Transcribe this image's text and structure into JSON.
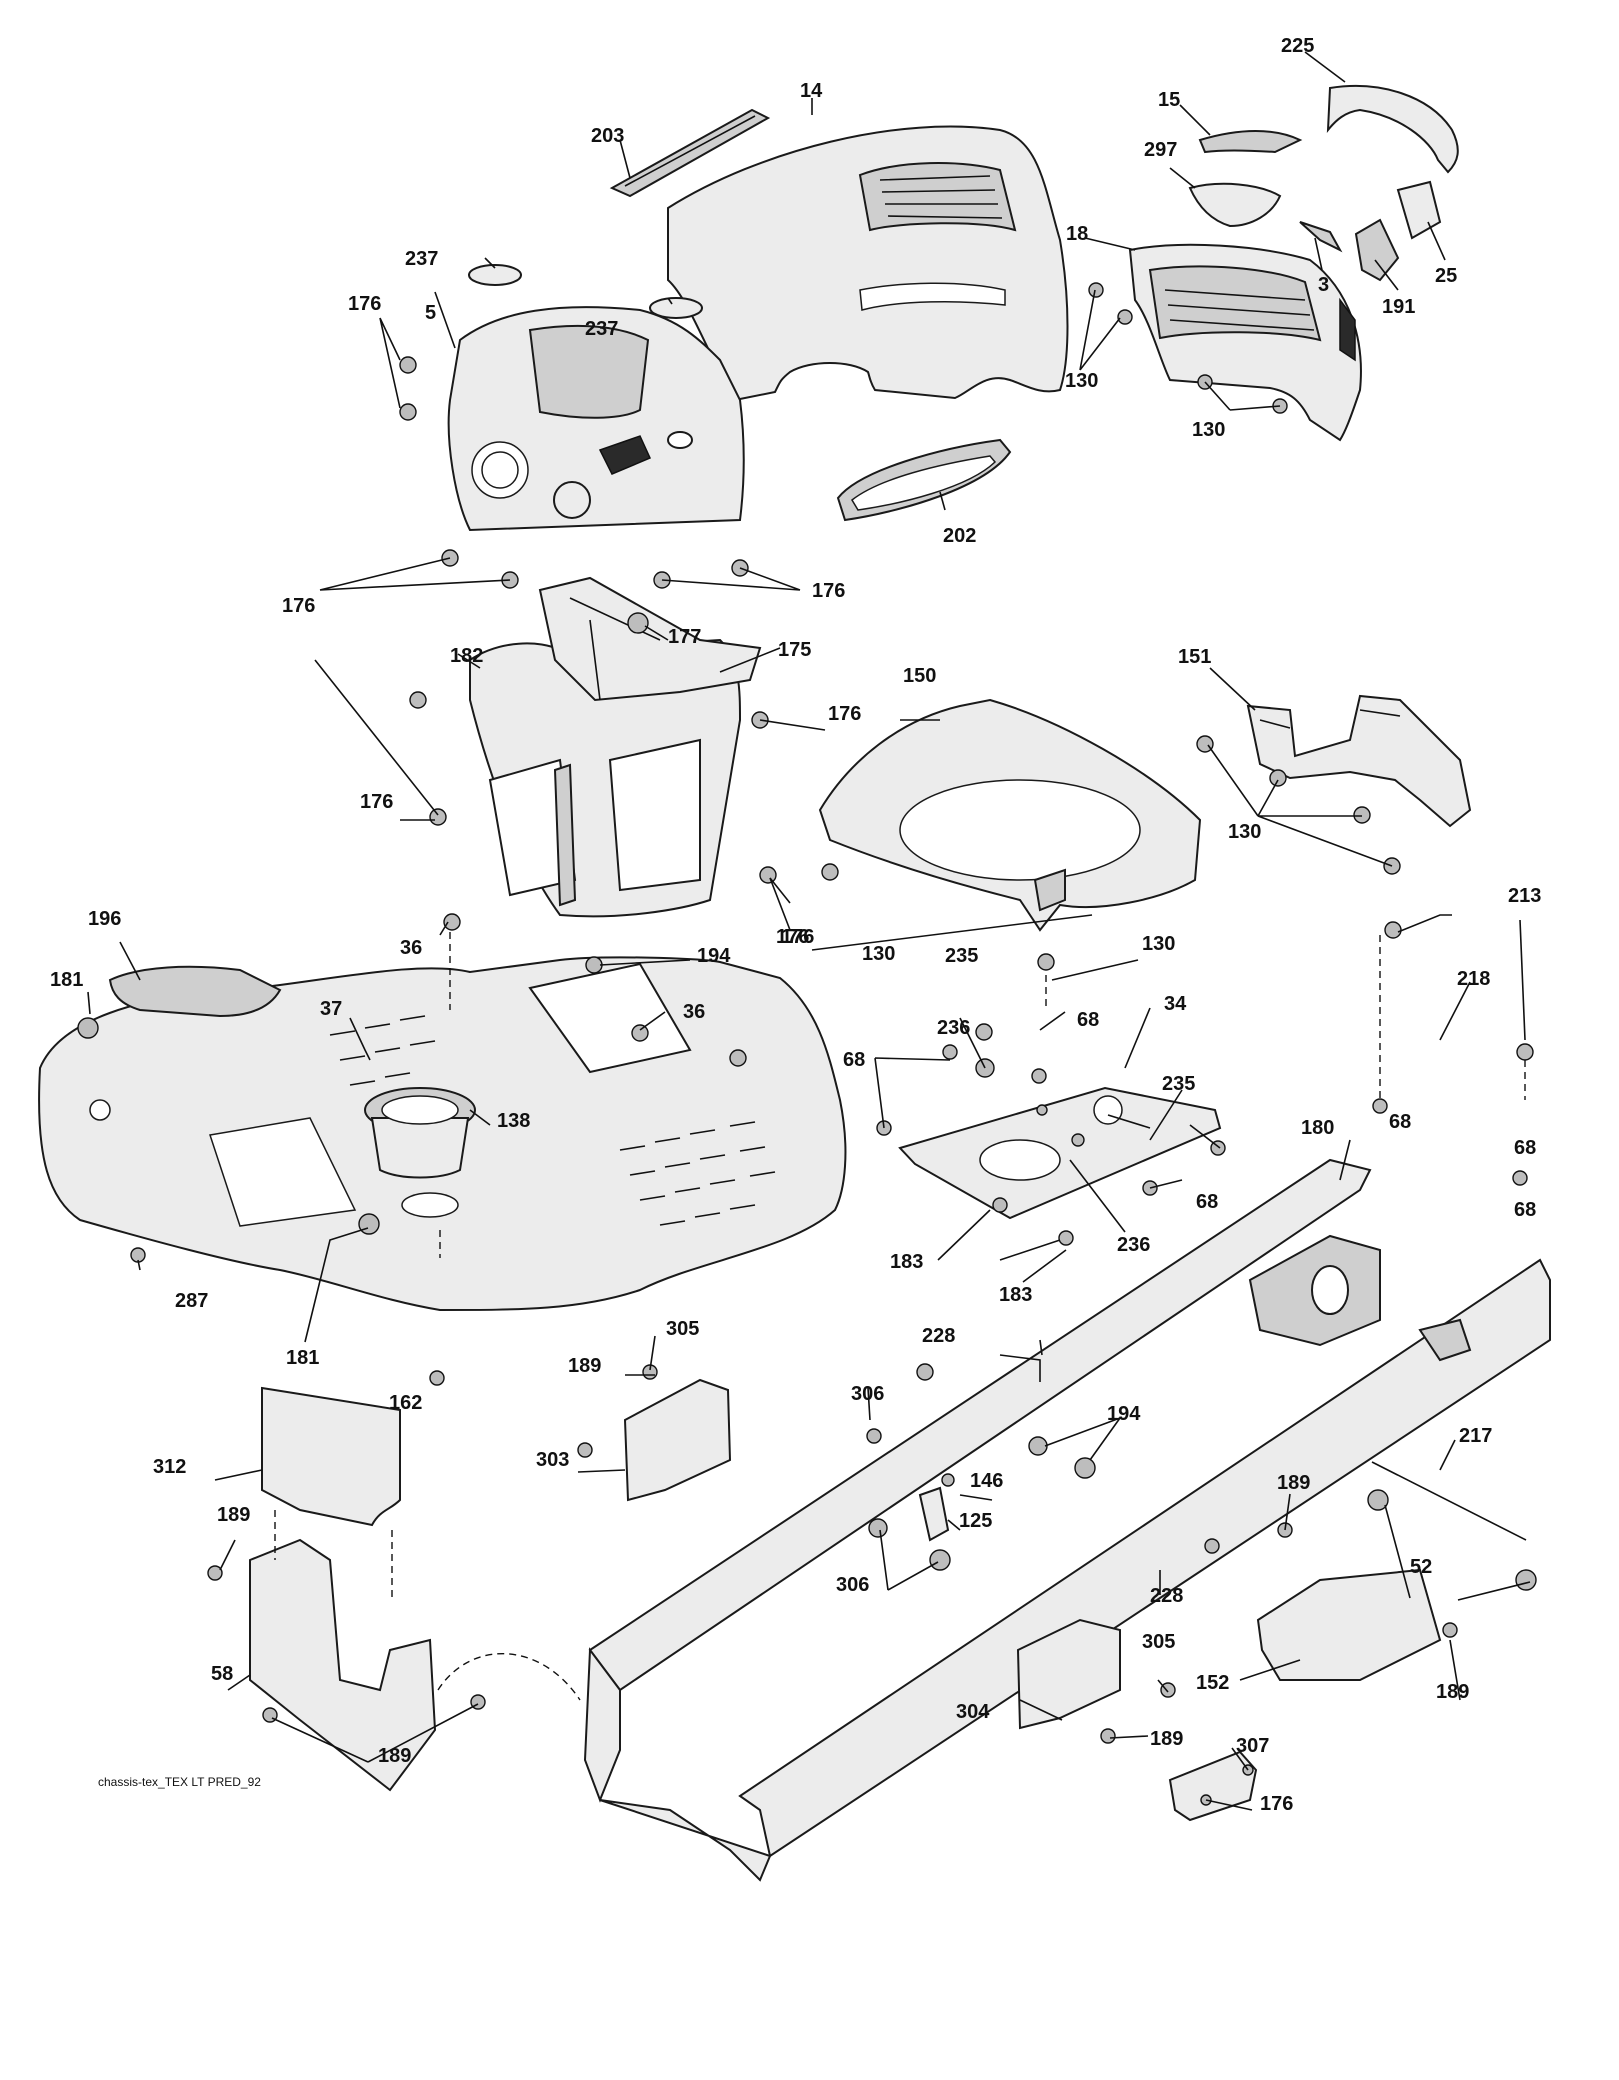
{
  "caption": "chassis-tex_TEX LT PRED_92",
  "labels": [
    "225",
    "14",
    "15",
    "203",
    "297",
    "18",
    "3",
    "25",
    "191",
    "237",
    "130",
    "5",
    "237",
    "176",
    "130",
    "202",
    "176",
    "176",
    "177",
    "176",
    "182",
    "175",
    "150",
    "151",
    "176",
    "176",
    "130",
    "176",
    "130",
    "196",
    "213",
    "36",
    "194",
    "235",
    "130",
    "181",
    "37",
    "36",
    "218",
    "68",
    "236",
    "34",
    "68",
    "138",
    "235",
    "68",
    "180",
    "68",
    "287",
    "183",
    "236",
    "68",
    "68",
    "183",
    "181",
    "305",
    "228",
    "162",
    "189",
    "306",
    "194",
    "312",
    "303",
    "217",
    "146",
    "189",
    "125",
    "189",
    "306",
    "52",
    "228",
    "58",
    "305",
    "304",
    "152",
    "189",
    "189",
    "307",
    "189",
    "176"
  ]
}
